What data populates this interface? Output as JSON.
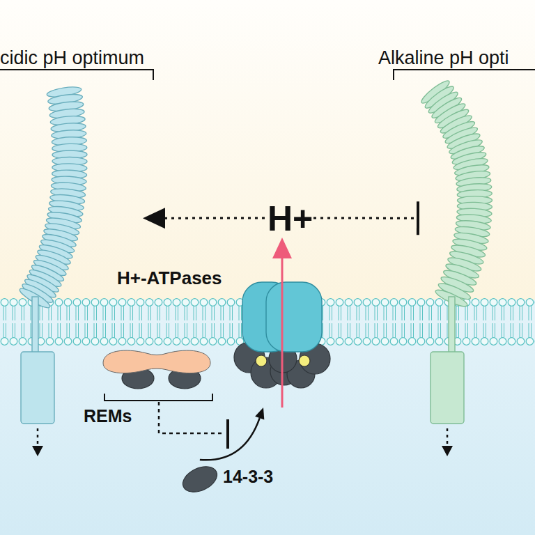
{
  "diagram": {
    "nodes": [
      {
        "text": [
          "cidic pH optimum"
        ]
      },
      {
        "text": [
          "H+"
        ]
      },
      {
        "text": [
          "Alkaline pH opti"
        ]
      },
      {
        "text": [
          "H+-ATPases"
        ]
      },
      {
        "text": [
          "REMs"
        ]
      },
      {
        "text": [
          "14-3-3"
        ]
      }
    ],
    "edges": [
      {
        "from": 1,
        "to": 0,
        "arrow": "to"
      },
      {
        "from": 1,
        "to": 2,
        "arrow": "none"
      },
      {
        "from": 3,
        "to": 1,
        "arrow": "to"
      },
      {
        "from": 5,
        "to": 3,
        "arrow": "to"
      }
    ]
  }
}
